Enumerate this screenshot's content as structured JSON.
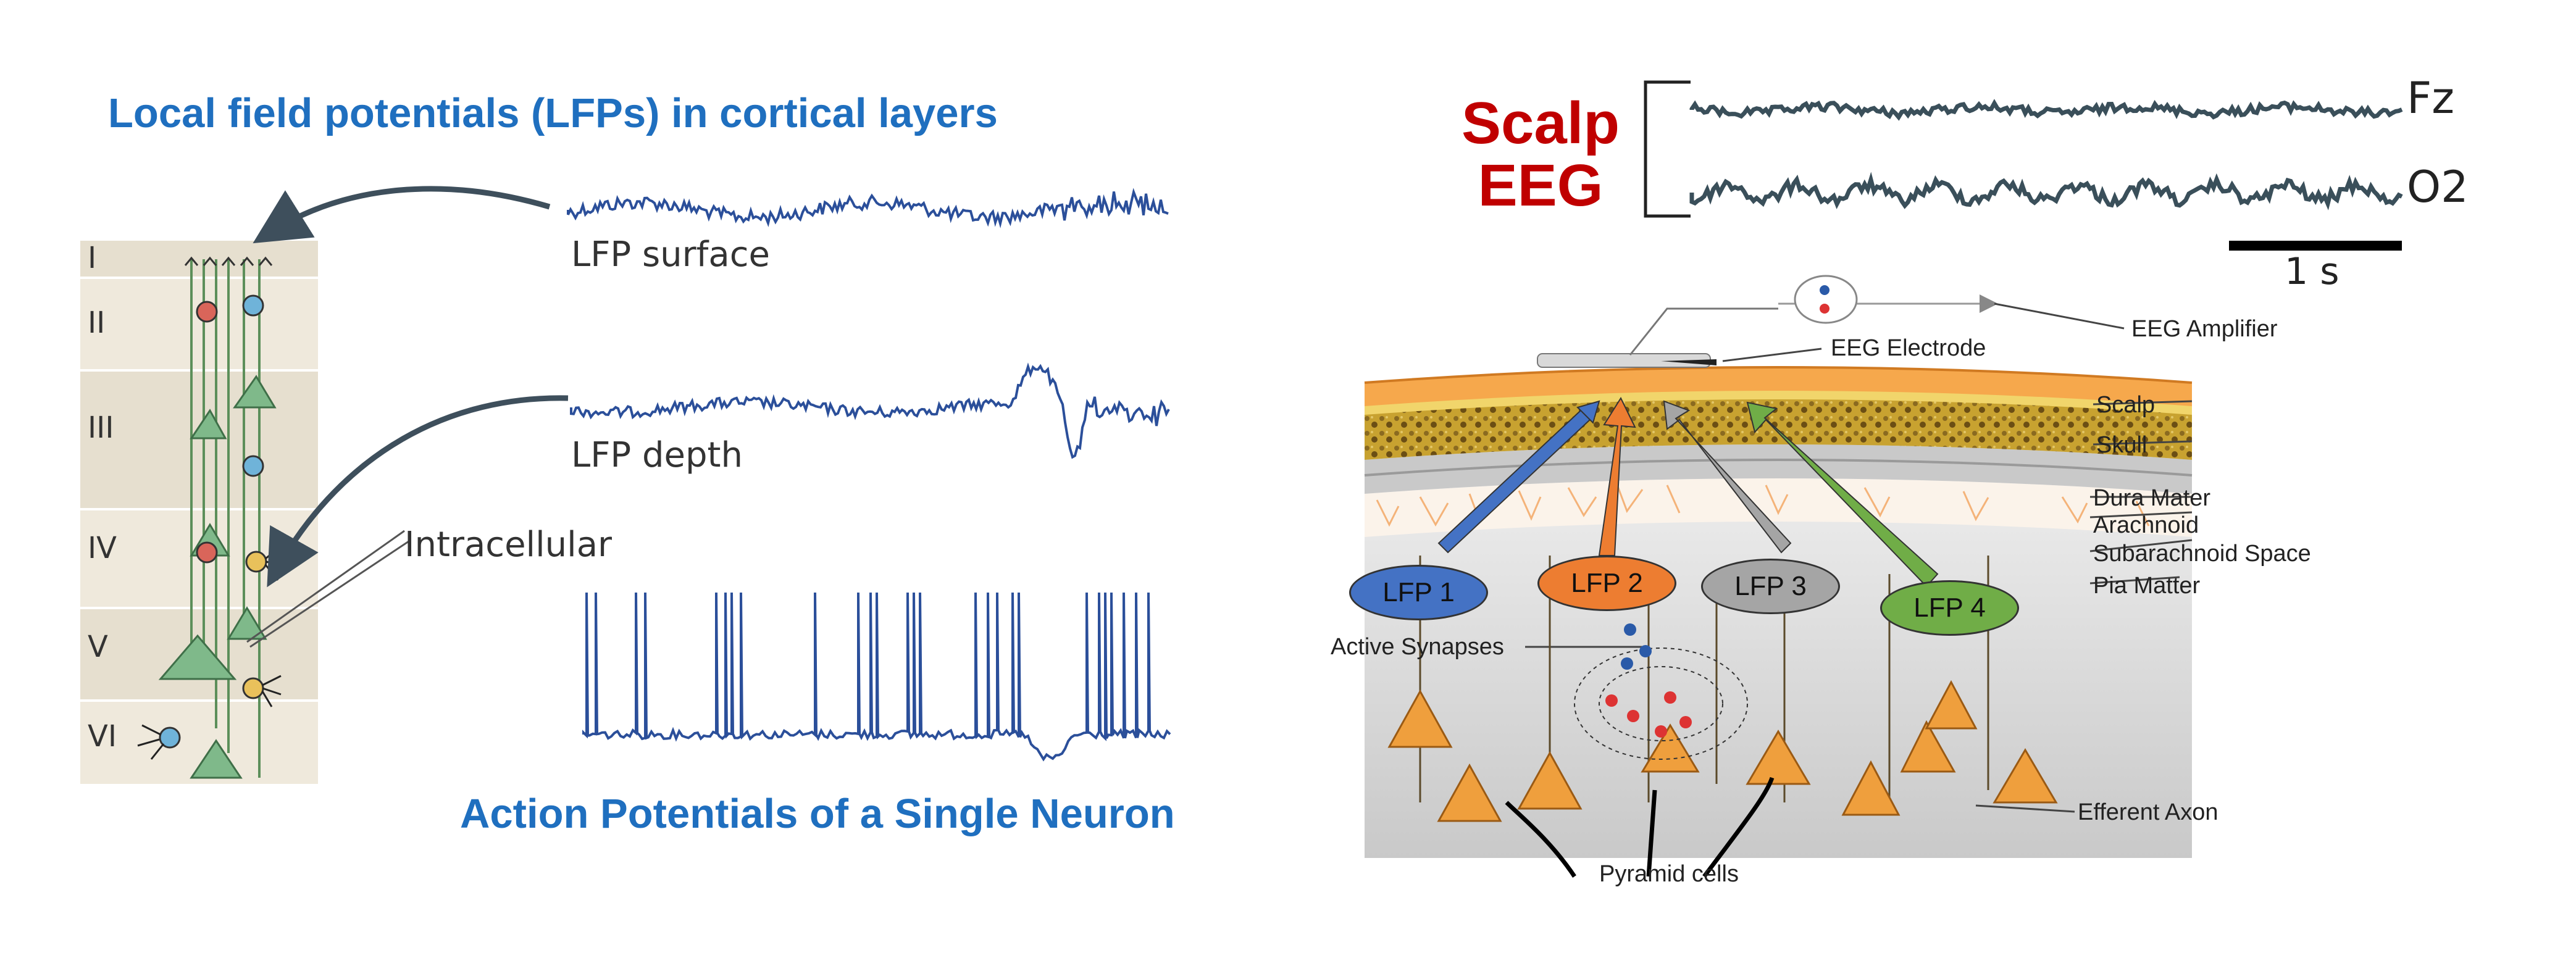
{
  "left": {
    "title": "Local field potentials (LFPs) in cortical layers",
    "bottom_title": "Action Potentials of a Single Neuron",
    "layers": [
      "I",
      "II",
      "III",
      "IV",
      "V",
      "VI"
    ],
    "traces": {
      "surface": "LFP surface",
      "depth": "LFP depth",
      "intracellular": "Intracellular"
    }
  },
  "right": {
    "eeg_title_line1": "Scalp",
    "eeg_title_line2": "EEG",
    "channels": [
      "Fz",
      "O2"
    ],
    "scale_bar": "1 s",
    "labels": {
      "amplifier": "EEG Amplifier",
      "electrode": "EEG Electrode",
      "scalp": "Scalp",
      "skull": "Skull",
      "dura": "Dura Mater",
      "arachnoid": "Arachnoid",
      "subarachnoid": "Subarachnoid Space",
      "pia": "Pia Matter",
      "active_synapses": "Active Synapses",
      "efferent_axon": "Efferent Axon",
      "pyramid_cells": "Pyramid cells"
    },
    "lfp_sources": [
      {
        "label": "LFP 1",
        "color": "#4472c4"
      },
      {
        "label": "LFP 2",
        "color": "#ed7d31"
      },
      {
        "label": "LFP 3",
        "color": "#a5a5a5"
      },
      {
        "label": "LFP 4",
        "color": "#70ad47"
      }
    ]
  },
  "colors": {
    "title_blue": "#1f6fbf",
    "title_red": "#c00000",
    "trace_blue": "#2b4f9a",
    "eeg_trace": "#3a4f5a"
  }
}
